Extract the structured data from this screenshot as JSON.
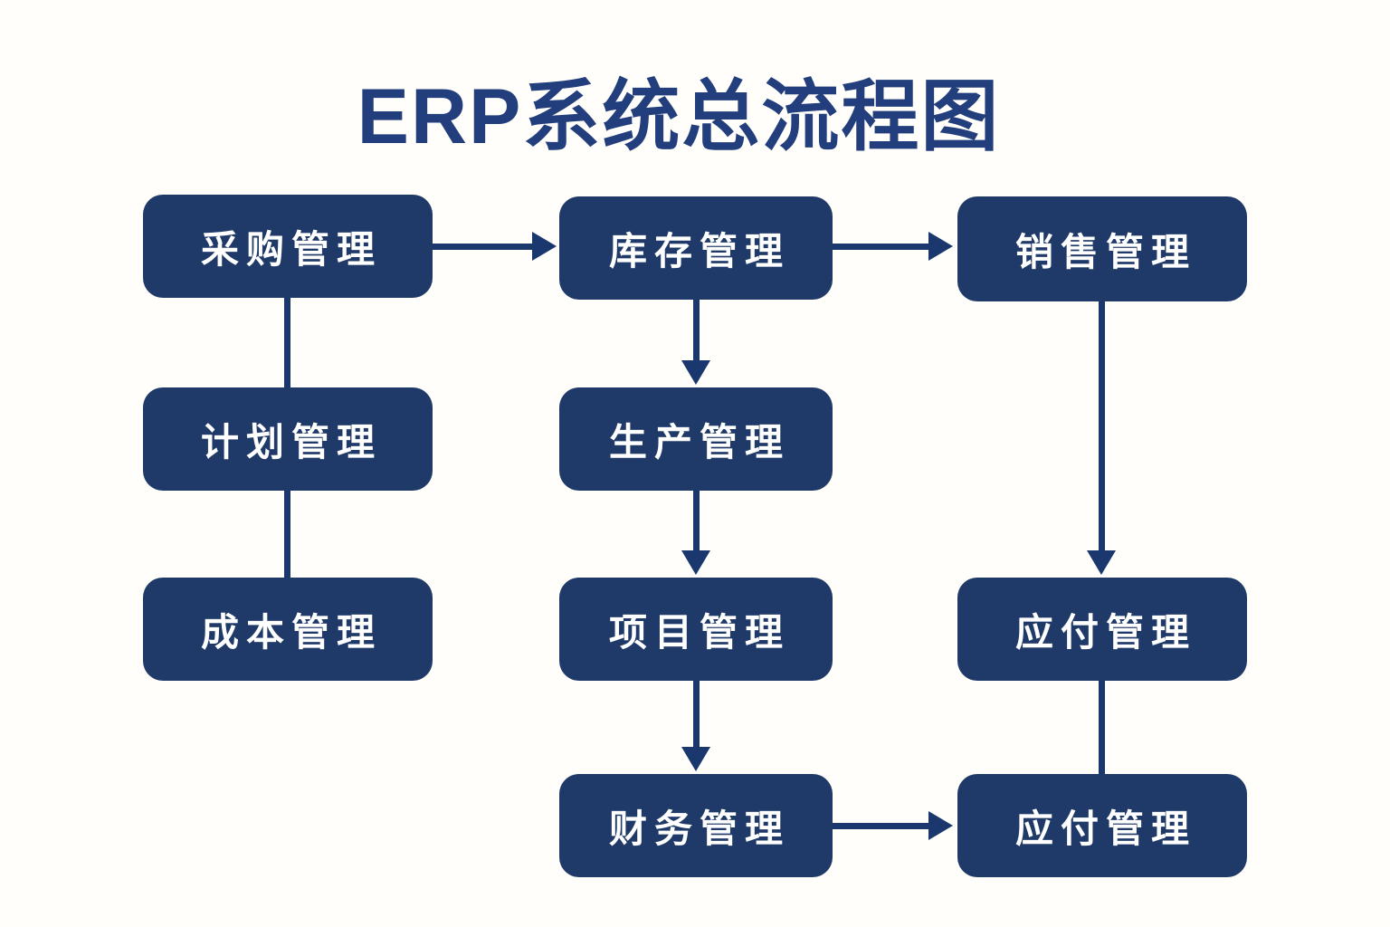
{
  "title": "ERP系统总流程图",
  "colors": {
    "background": "#fffefb",
    "node_fill": "#1f3a68",
    "node_text": "#ffffff",
    "connector": "#1a386e",
    "title_color": "#223e7c"
  },
  "nodes": [
    {
      "id": "purchasing",
      "label": "采购管理"
    },
    {
      "id": "inventory",
      "label": "库存管理"
    },
    {
      "id": "sales",
      "label": "销售管理"
    },
    {
      "id": "planning",
      "label": "计划管理"
    },
    {
      "id": "production",
      "label": "生产管理"
    },
    {
      "id": "cost",
      "label": "成本管理"
    },
    {
      "id": "project",
      "label": "项目管理"
    },
    {
      "id": "payable_mid",
      "label": "应付管理"
    },
    {
      "id": "finance",
      "label": "财务管理"
    },
    {
      "id": "payable_bottom",
      "label": "应付管理"
    }
  ],
  "edges": [
    {
      "from": "purchasing",
      "to": "inventory",
      "arrow": true
    },
    {
      "from": "inventory",
      "to": "sales",
      "arrow": true
    },
    {
      "from": "purchasing",
      "to": "planning",
      "arrow": false
    },
    {
      "from": "planning",
      "to": "cost",
      "arrow": false
    },
    {
      "from": "inventory",
      "to": "production",
      "arrow": true
    },
    {
      "from": "production",
      "to": "project",
      "arrow": true
    },
    {
      "from": "project",
      "to": "finance",
      "arrow": true
    },
    {
      "from": "sales",
      "to": "payable_mid",
      "arrow": true
    },
    {
      "from": "payable_mid",
      "to": "payable_bottom",
      "arrow": false
    },
    {
      "from": "finance",
      "to": "payable_bottom",
      "arrow": true
    }
  ]
}
